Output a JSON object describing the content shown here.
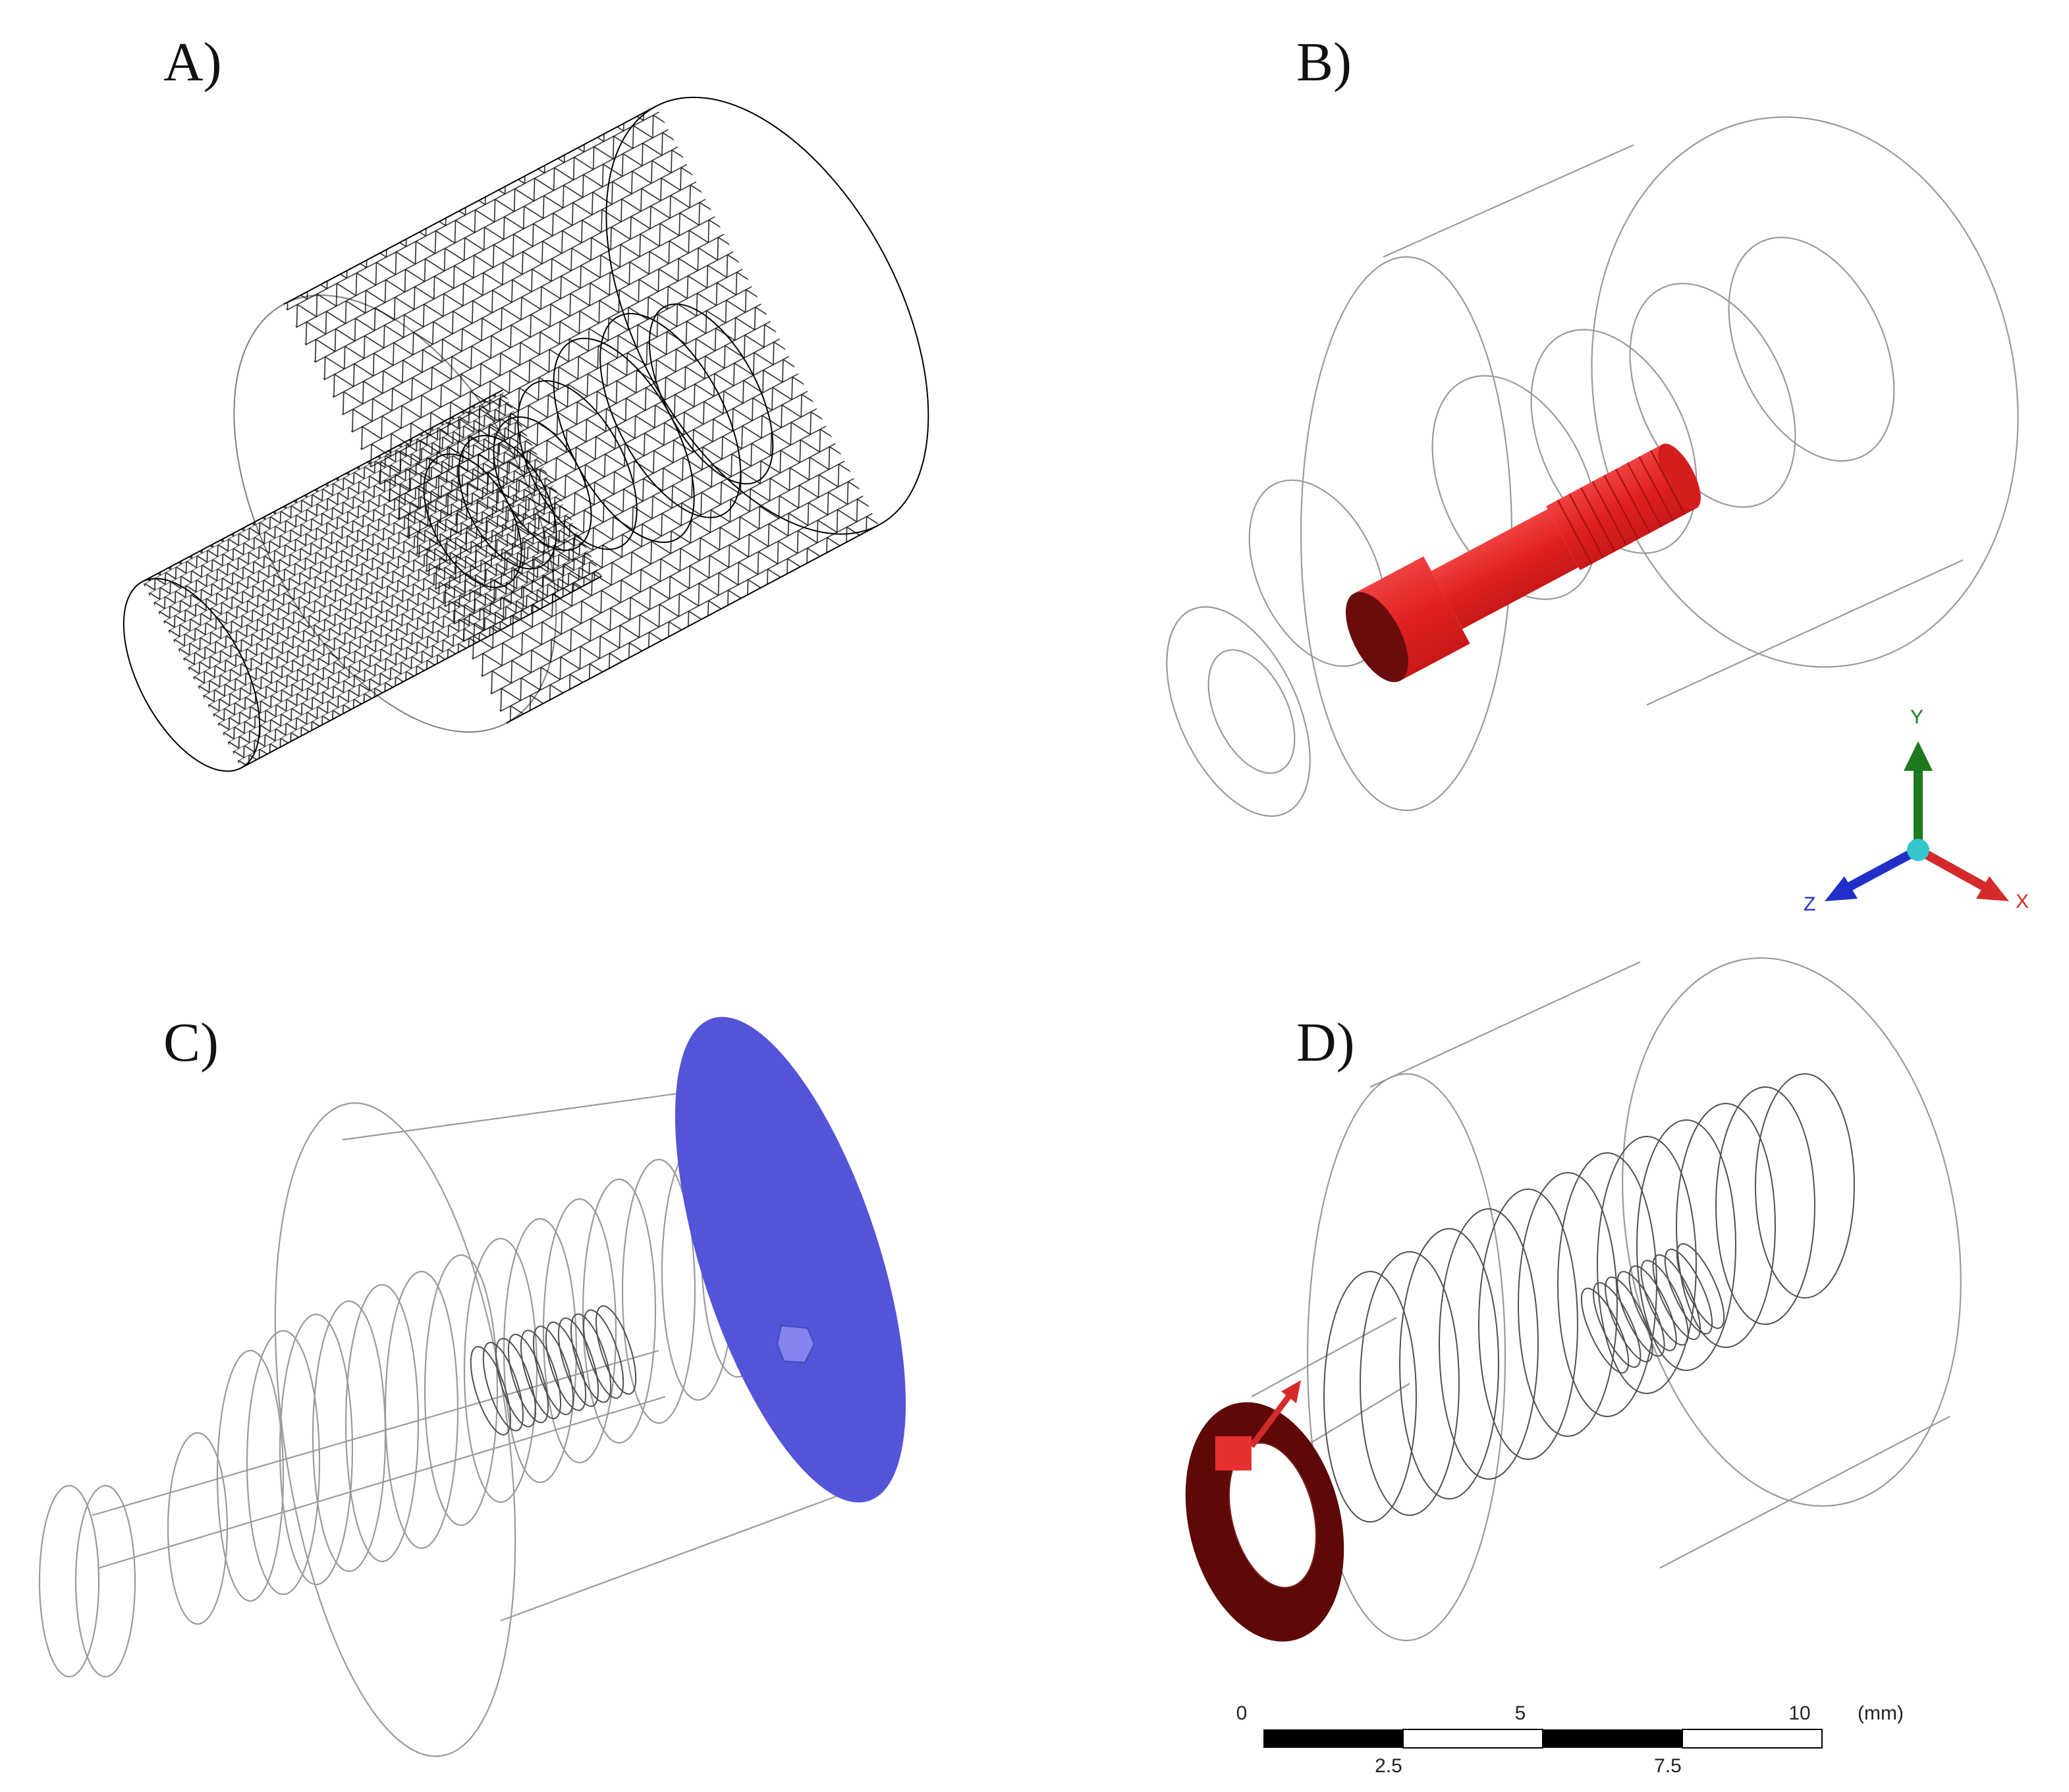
{
  "panels": [
    {
      "id": "A",
      "label": "A)"
    },
    {
      "id": "B",
      "label": "B)"
    },
    {
      "id": "C",
      "label": "C)"
    },
    {
      "id": "D",
      "label": "D)"
    }
  ],
  "triad": {
    "y_label": "Y",
    "x_label": "X",
    "z_label": "Z",
    "y_color": "#1e7a1e",
    "x_color": "#d42a2a",
    "z_color": "#1f2fc8",
    "origin_color": "#34c6cc"
  },
  "colors": {
    "screw_red": "#e12a2a",
    "screw_dark": "#6a0c0c",
    "plane_blue": "#5454d8",
    "ring_dark": "#5e0808",
    "mesh": "#000000",
    "outline": "#9a9a9a"
  },
  "scale_bar": {
    "top_labels": [
      "0",
      "5",
      "10"
    ],
    "bottom_labels": [
      "2.5",
      "7.5"
    ],
    "unit": "(mm)"
  }
}
